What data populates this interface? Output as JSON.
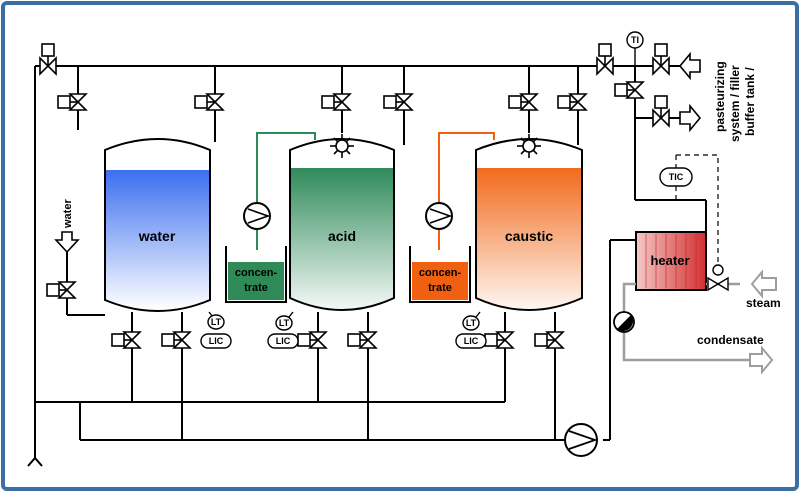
{
  "colors": {
    "frame": "#3a6ea5",
    "water_top": "#3b6ff0",
    "acid_top": "#2f8a5a",
    "caustic_top": "#f26a1b",
    "heater": "#d32f2f",
    "pipe": "#000000",
    "steam_line": "#9e9e9e",
    "acid_concentrate": "#2e8b57",
    "caustic_concentrate": "#f06010"
  },
  "tanks": {
    "water": {
      "label": "water",
      "level_fraction": 0.78
    },
    "acid": {
      "label": "acid",
      "level_fraction": 0.82
    },
    "caustic": {
      "label": "caustic",
      "level_fraction": 0.8
    }
  },
  "concentrate": {
    "acid": {
      "line1": "concen-",
      "line2": "trate"
    },
    "caustic": {
      "line1": "concen-",
      "line2": "trate"
    }
  },
  "instruments": {
    "lt": "LT",
    "lic": "LIC",
    "ti": "TI",
    "tic": "TIC"
  },
  "labels": {
    "water_inlet": "water",
    "heater": "heater",
    "steam": "steam",
    "condensate": "condensate",
    "outlet_line1": "pasteurizing",
    "outlet_line2": "system / filler",
    "outlet_line3": "buffer tank /"
  },
  "icons": {
    "pump": "pump-icon",
    "valve": "valve-icon",
    "spray_ball": "spray-ball-icon",
    "steam_trap": "steam-trap-icon",
    "flow_arrow": "arrow-icon"
  }
}
